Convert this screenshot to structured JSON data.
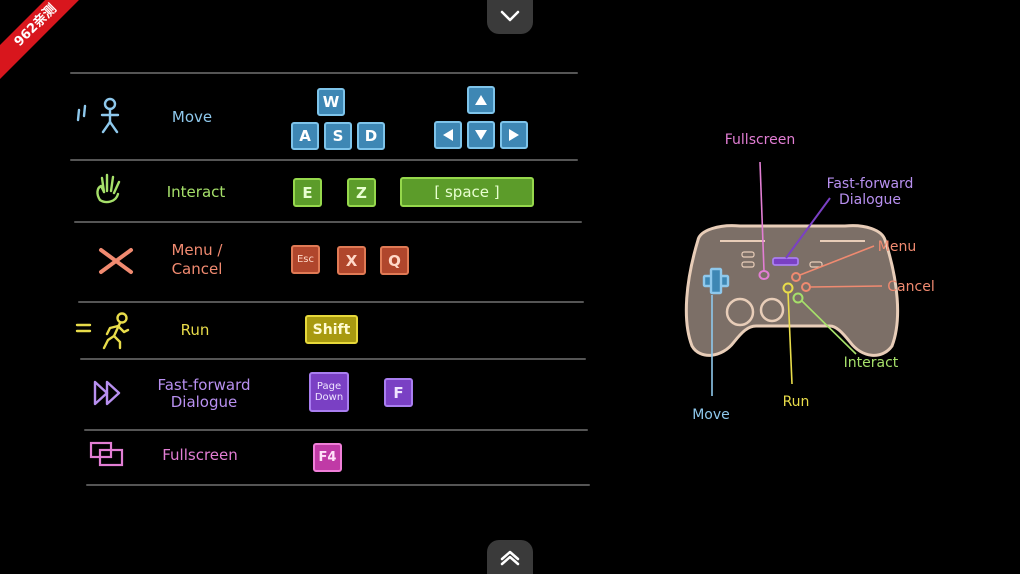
{
  "ribbon": {
    "text": "962亲测"
  },
  "colors": {
    "move": "#8ec8ec",
    "interact": "#a6e06a",
    "cancel": "#f08a70",
    "run": "#e8dc4a",
    "fastforward": "#b890f0",
    "fullscreen": "#e27ed4",
    "menu": "#f08a70"
  },
  "rows": {
    "move": {
      "label": "Move",
      "keys": [
        "W",
        "A",
        "S",
        "D"
      ]
    },
    "interact": {
      "label": "Interact",
      "keys": [
        "E",
        "Z",
        "[ space ]"
      ]
    },
    "menu": {
      "label_line1": "Menu /",
      "label_line2": "Cancel",
      "keys": [
        "Esc",
        "X",
        "Q"
      ]
    },
    "run": {
      "label": "Run",
      "keys": [
        "Shift"
      ]
    },
    "fastforward": {
      "label_line1": "Fast-forward",
      "label_line2": "Dialogue",
      "keys_line1": "Page",
      "keys_line2": "Down",
      "key2": "F"
    },
    "fullscreen": {
      "label": "Fullscreen",
      "keys": [
        "F4"
      ]
    }
  },
  "gamepad": {
    "fullscreen": "Fullscreen",
    "fastforward_line1": "Fast-forward",
    "fastforward_line2": "Dialogue",
    "menu": "Menu",
    "cancel": "Cancel",
    "interact": "Interact",
    "run": "Run",
    "move": "Move"
  },
  "icons": {
    "top_tab": "chevron-down-icon",
    "bottom_tab": "chevron-up-icon"
  }
}
